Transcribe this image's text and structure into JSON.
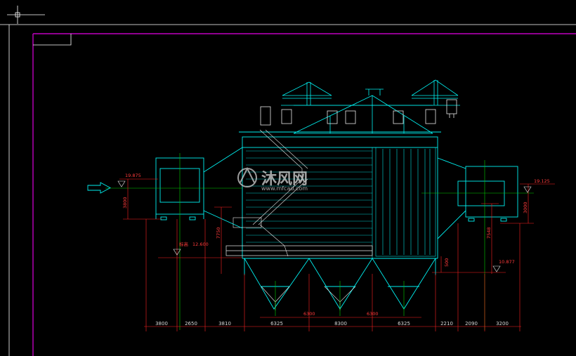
{
  "watermark": {
    "brand": "沐风网",
    "url": "www.mfcad.com"
  },
  "levels": {
    "inlet_top": "19.875",
    "outlet_top": "19.125",
    "platform": "12.600",
    "platform_prefix": "标高",
    "outlet_bottom": "10.877"
  },
  "dims_vertical": {
    "inlet_height": "3800",
    "outlet_height": "3000",
    "left_column": "7750",
    "right_column": "7548",
    "hopper_small": "500"
  },
  "dims_bottom": [
    "3800",
    "2650",
    "3810",
    "6325",
    "8300",
    "6325",
    "2210",
    "2090",
    "3200"
  ],
  "dims_hopper": [
    "6300",
    "6300"
  ],
  "colors": {
    "structure": "#00f0f0",
    "dimension": "#ff2020",
    "centerline": "#00d000",
    "frame": "#c000c0",
    "equipment": "#e8e8e8"
  }
}
